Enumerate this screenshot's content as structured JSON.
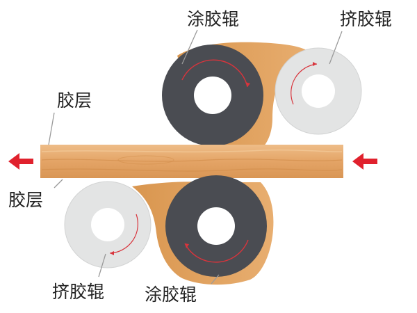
{
  "labels": {
    "coating_roller_top": "涂胶辊",
    "squeeze_roller_top": "挤胶辊",
    "glue_layer_top": "胶层",
    "glue_layer_bottom": "胶层",
    "squeeze_roller_bottom": "挤胶辊",
    "coating_roller_bottom": "涂胶辊"
  },
  "colors": {
    "coating_roller": "#4a4c52",
    "squeeze_roller": "#e3e4e4",
    "glue": "#e0a565",
    "board": "#e6a86a",
    "arrow": "#e0212d",
    "rotation_mark": "#d8343c"
  },
  "icons": {
    "feed_arrow": "arrow-left-icon",
    "exit_arrow": "arrow-left-icon"
  }
}
